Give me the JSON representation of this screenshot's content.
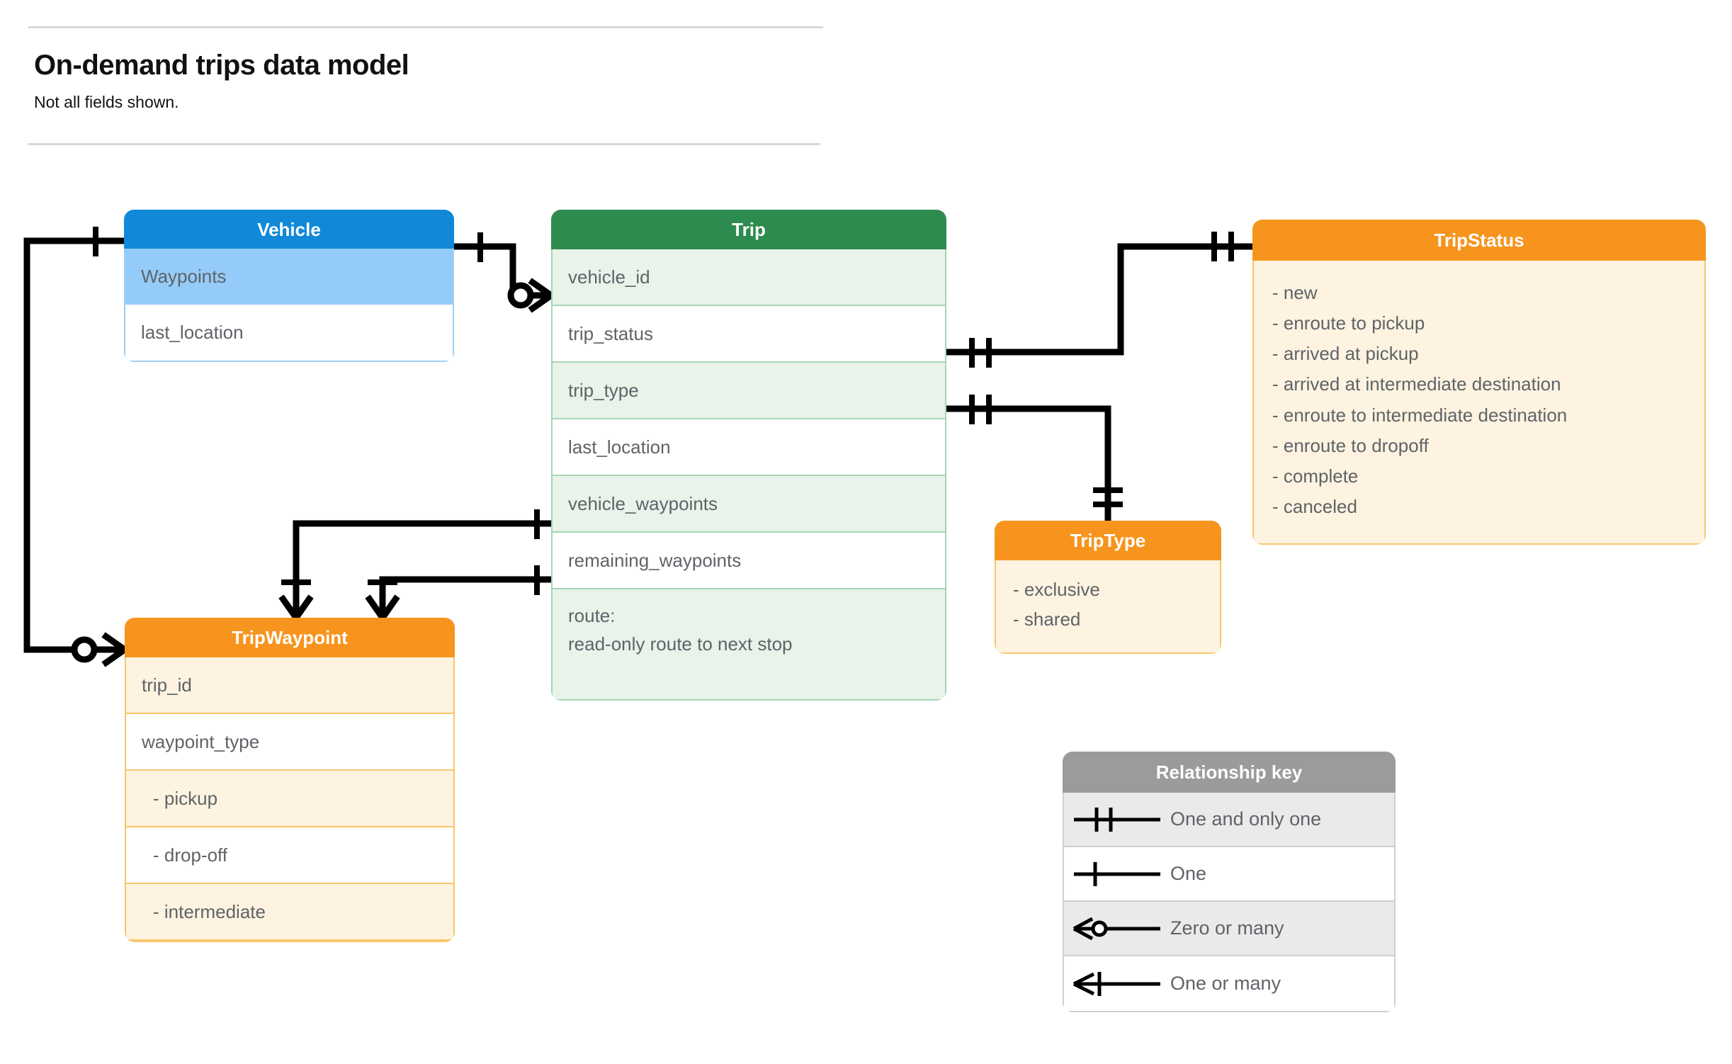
{
  "header": {
    "title": "On-demand trips data model",
    "subtitle": "Not all fields shown."
  },
  "entities": {
    "vehicle": {
      "title": "Vehicle",
      "rows": [
        {
          "label": "Waypoints"
        },
        {
          "label": "last_location"
        }
      ]
    },
    "trip": {
      "title": "Trip",
      "rows": [
        {
          "label": "vehicle_id"
        },
        {
          "label": "trip_status"
        },
        {
          "label": "trip_type"
        },
        {
          "label": "last_location"
        },
        {
          "label": "vehicle_waypoints"
        },
        {
          "label": "remaining_waypoints"
        }
      ],
      "route_line_1": "route:",
      "route_line_2": "read-only route to next stop"
    },
    "trip_status": {
      "title": "TripStatus",
      "values": [
        "- new",
        "- enroute to pickup",
        "- arrived at pickup",
        "- arrived at intermediate destination",
        "- enroute to intermediate destination",
        "- enroute to dropoff",
        "- complete",
        "- canceled"
      ]
    },
    "trip_type": {
      "title": "TripType",
      "values": [
        "- exclusive",
        "- shared"
      ]
    },
    "trip_waypoint": {
      "title": "TripWaypoint",
      "rows": [
        {
          "label": "trip_id"
        },
        {
          "label": "waypoint_type"
        },
        {
          "label": "-  pickup"
        },
        {
          "label": "-  drop-off"
        },
        {
          "label": "-  intermediate"
        }
      ]
    }
  },
  "relationship_key": {
    "title": "Relationship key",
    "rows": [
      {
        "symbol": "one-and-only-one-icon",
        "label": "One and only one"
      },
      {
        "symbol": "one-icon",
        "label": "One"
      },
      {
        "symbol": "zero-or-many-icon",
        "label": "Zero or many"
      },
      {
        "symbol": "one-or-many-icon",
        "label": "One or many"
      }
    ]
  },
  "relationships": [
    {
      "from": "vehicle",
      "to": "trip.vehicle_id",
      "from_cardinality": "one",
      "to_cardinality": "zero or many"
    },
    {
      "from": "vehicle.Waypoints",
      "to": "trip_waypoint",
      "from_cardinality": "one",
      "to_cardinality": "zero or many"
    },
    {
      "from": "trip.trip_status",
      "to": "trip_status",
      "from_cardinality": "one and only one",
      "to_cardinality": "one and only one"
    },
    {
      "from": "trip.trip_type",
      "to": "trip_type",
      "from_cardinality": "one and only one",
      "to_cardinality": "one and only one"
    },
    {
      "from": "trip.vehicle_waypoints",
      "to": "trip_waypoint",
      "from_cardinality": "one",
      "to_cardinality": "one or many"
    },
    {
      "from": "trip.remaining_waypoints",
      "to": "trip_waypoint",
      "from_cardinality": "one",
      "to_cardinality": "one or many"
    }
  ],
  "colors": {
    "vehicle_header": "#1189d8",
    "trip_header": "#2e8b4f",
    "orange_header": "#f7941d",
    "key_header": "#9b9b9b",
    "line": "#000000"
  }
}
